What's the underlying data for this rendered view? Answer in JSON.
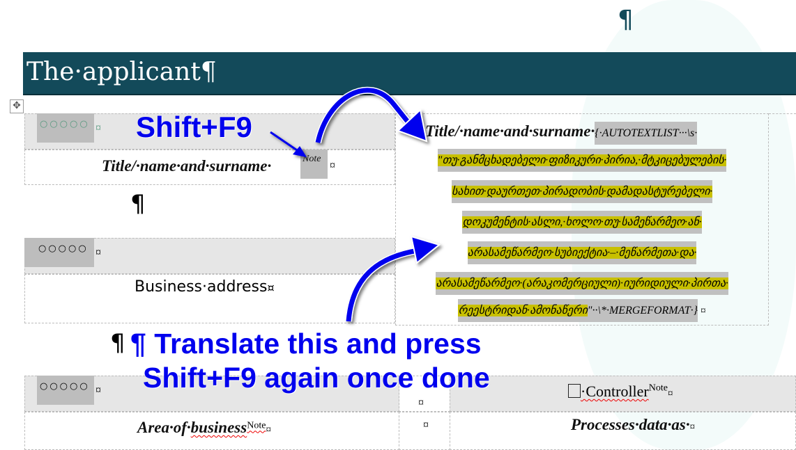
{
  "document": {
    "top_pilcrow": "¶",
    "header_title": "The·applicant¶",
    "row1_marker": "○○○○○",
    "cell_end": "¤",
    "row2_label": "Title/·name·and·surname·",
    "row2_note": "Note",
    "pilcrow": "¶",
    "row3_marker": "○○○○○",
    "row4_label": "Business·address",
    "row5_marker": "○○○○○",
    "row5_checkbox_label": "·Controller",
    "row5_note": "Note",
    "row6_label_a": "Area·of·",
    "row6_label_b": "business",
    "row6_note": "Note",
    "row6_right": "Processes·data·as·",
    "field": {
      "line1_label": "Title/·name·and·surname·",
      "line1_code": "{·AUTOTEXTLIST···\\s·",
      "lines": [
        "\"თუ·განმცხადებელი·ფიზიკური·პირია,·მტკიცებულების·",
        "სახით·დაურთეთ·პირადობის·დამადასტურებელი·",
        "დოკუმენტის·ასლი,·ხოლო·თუ·სამეწარმეო·ან·",
        "არასამეწარმეო·სუბიექტია·–·მეწარმეთა·და·",
        "არასამეწარმეო·(არაკომერციული)·იურიდიული·პირთა·"
      ],
      "last_line_text": "რეესტრიდან·ამონაწერი",
      "last_line_code": "\"··\\*·MERGEFORMAT·}"
    }
  },
  "annotations": {
    "shift_f9": "Shift+F9",
    "instruction_line1": "¶ Translate this and press",
    "instruction_line2": "Shift+F9 again once done",
    "color": "#0000ee"
  }
}
